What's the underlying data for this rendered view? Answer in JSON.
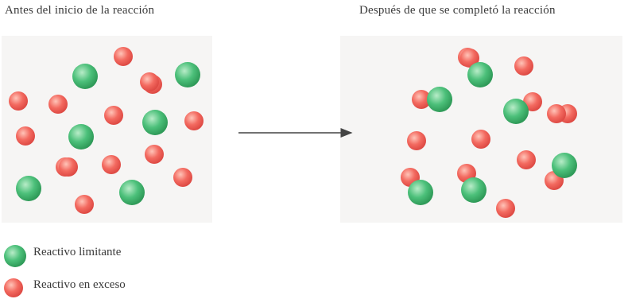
{
  "headings": {
    "before": "Antes del inicio de la reacción",
    "after": "Después de que se completó la reacción"
  },
  "legend": {
    "limiting": "Reactivo limitante",
    "excess": "Reactivo en exceso"
  },
  "colors": {
    "limiting": "#3cb46a",
    "limiting_light": "#b8ecc8",
    "excess": "#f15a52",
    "excess_light": "#ffc4b8",
    "arrow": "#444444"
  },
  "molecules": {
    "before": {
      "limiting": 6,
      "excess": 14
    },
    "after": {
      "limiting_bound": 6,
      "excess_free": 8
    }
  }
}
